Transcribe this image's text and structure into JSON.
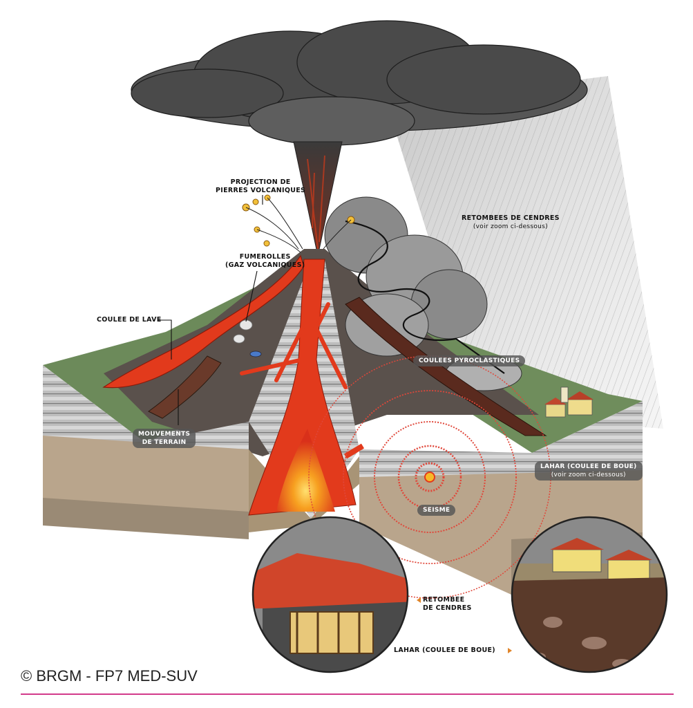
{
  "labels": {
    "projection": [
      "PROJECTION DE",
      "PIERRES VOLCANIQUES"
    ],
    "fumerolles": [
      "FUMEROLLES",
      "(GAZ VOLCANIQUES)"
    ],
    "coulee_lave": "COULEE DE LAVE",
    "mouvements": [
      "MOUVEMENTS",
      "DE TERRAIN"
    ],
    "retombees": [
      "RETOMBEES DE CENDRES",
      "(voir zoom ci-dessous)"
    ],
    "pyroclastiques": "COULEES PYROCLASTIQUES",
    "lahar": [
      "LAHAR (COULEE DE BOUE)",
      "(voir zoom ci-dessous)"
    ],
    "seisme": "SEISME",
    "zoom_retombee": [
      "RETOMBEE",
      "DE CENDRES"
    ],
    "zoom_lahar": "LAHAR (COULEE DE BOUE)"
  },
  "credit": "© BRGM - FP7 MED-SUV",
  "colors": {
    "lava": "#e23a1c",
    "magma_core": "#f7b928",
    "ash_cloud": "#4a4a4a",
    "strata_light": "#cfcfcf",
    "strata_dark": "#8c8c8c",
    "soil": "#b9a58c",
    "grass": "#6c8a5a",
    "seismic_rings": "#e0473a",
    "accent_rule": "#d23a8a"
  }
}
